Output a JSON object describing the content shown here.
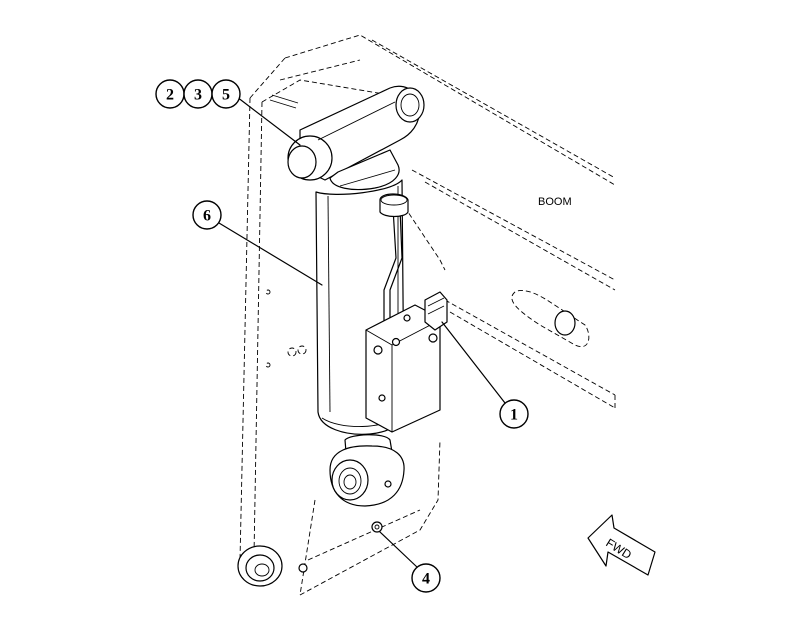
{
  "diagram": {
    "boom_label": "BOOM",
    "fwd_label": "FWD",
    "callouts": {
      "c1": "1",
      "c2": "2",
      "c3": "3",
      "c4": "4",
      "c5": "5",
      "c6": "6"
    }
  }
}
